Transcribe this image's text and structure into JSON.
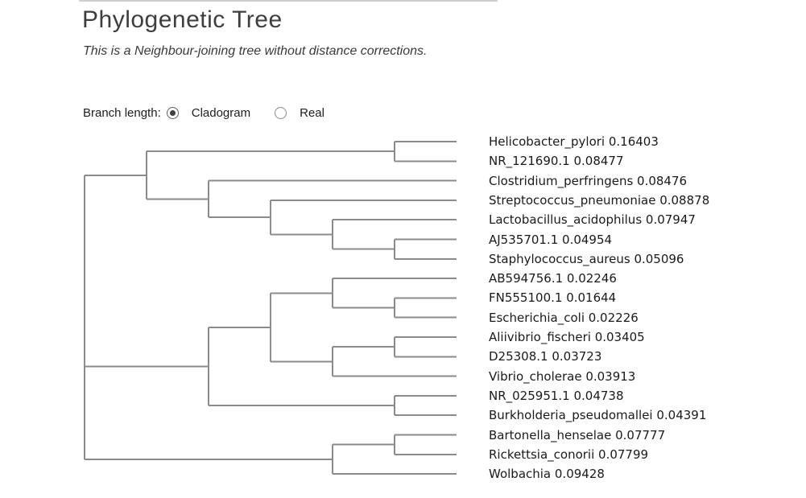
{
  "page": {
    "title": "Phylogenetic Tree",
    "subtitle": "This is a Neighbour-joining tree without distance corrections."
  },
  "controls": {
    "branch_length_label": "Branch length:",
    "options": [
      {
        "label": "Cladogram",
        "selected": true
      },
      {
        "label": "Real",
        "selected": false
      }
    ]
  },
  "chart_data": {
    "type": "cladogram",
    "orientation": "left-to-right",
    "method": "Neighbour-joining",
    "line_color": "#8b8b8b",
    "leaves": [
      {
        "name": "Helicobacter_pylori",
        "distance": "0.16403"
      },
      {
        "name": "NR_121690.1",
        "distance": "0.08477"
      },
      {
        "name": "Clostridium_perfringens",
        "distance": "0.08476"
      },
      {
        "name": "Streptococcus_pneumoniae",
        "distance": "0.08878"
      },
      {
        "name": "Lactobacillus_acidophilus",
        "distance": "0.07947"
      },
      {
        "name": "AJ535701.1",
        "distance": "0.04954"
      },
      {
        "name": "Staphylococcus_aureus",
        "distance": "0.05096"
      },
      {
        "name": "AB594756.1",
        "distance": "0.02246"
      },
      {
        "name": "FN555100.1",
        "distance": "0.01644"
      },
      {
        "name": "Escherichia_coli",
        "distance": "0.02226"
      },
      {
        "name": "Aliivibrio_fischeri",
        "distance": "0.03405"
      },
      {
        "name": "D25308.1",
        "distance": "0.03723"
      },
      {
        "name": "Vibrio_cholerae",
        "distance": "0.03913"
      },
      {
        "name": "NR_025951.1",
        "distance": "0.04738"
      },
      {
        "name": "Burkholderia_pseudomallei",
        "distance": "0.04391"
      },
      {
        "name": "Bartonella_henselae",
        "distance": "0.07777"
      },
      {
        "name": "Rickettsia_conorii",
        "distance": "0.07799"
      },
      {
        "name": "Wolbachia",
        "distance": "0.09428"
      }
    ],
    "topology": [
      [
        [
          0,
          1
        ],
        [
          2,
          [
            3,
            [
              4,
              [
                5,
                6
              ]
            ]
          ]
        ]
      ],
      [
        [
          [
            7,
            [
              8,
              9
            ]
          ],
          [
            [
              10,
              11
            ],
            12
          ]
        ],
        [
          13,
          14
        ]
      ],
      [
        [
          15,
          16
        ],
        17
      ]
    ]
  }
}
